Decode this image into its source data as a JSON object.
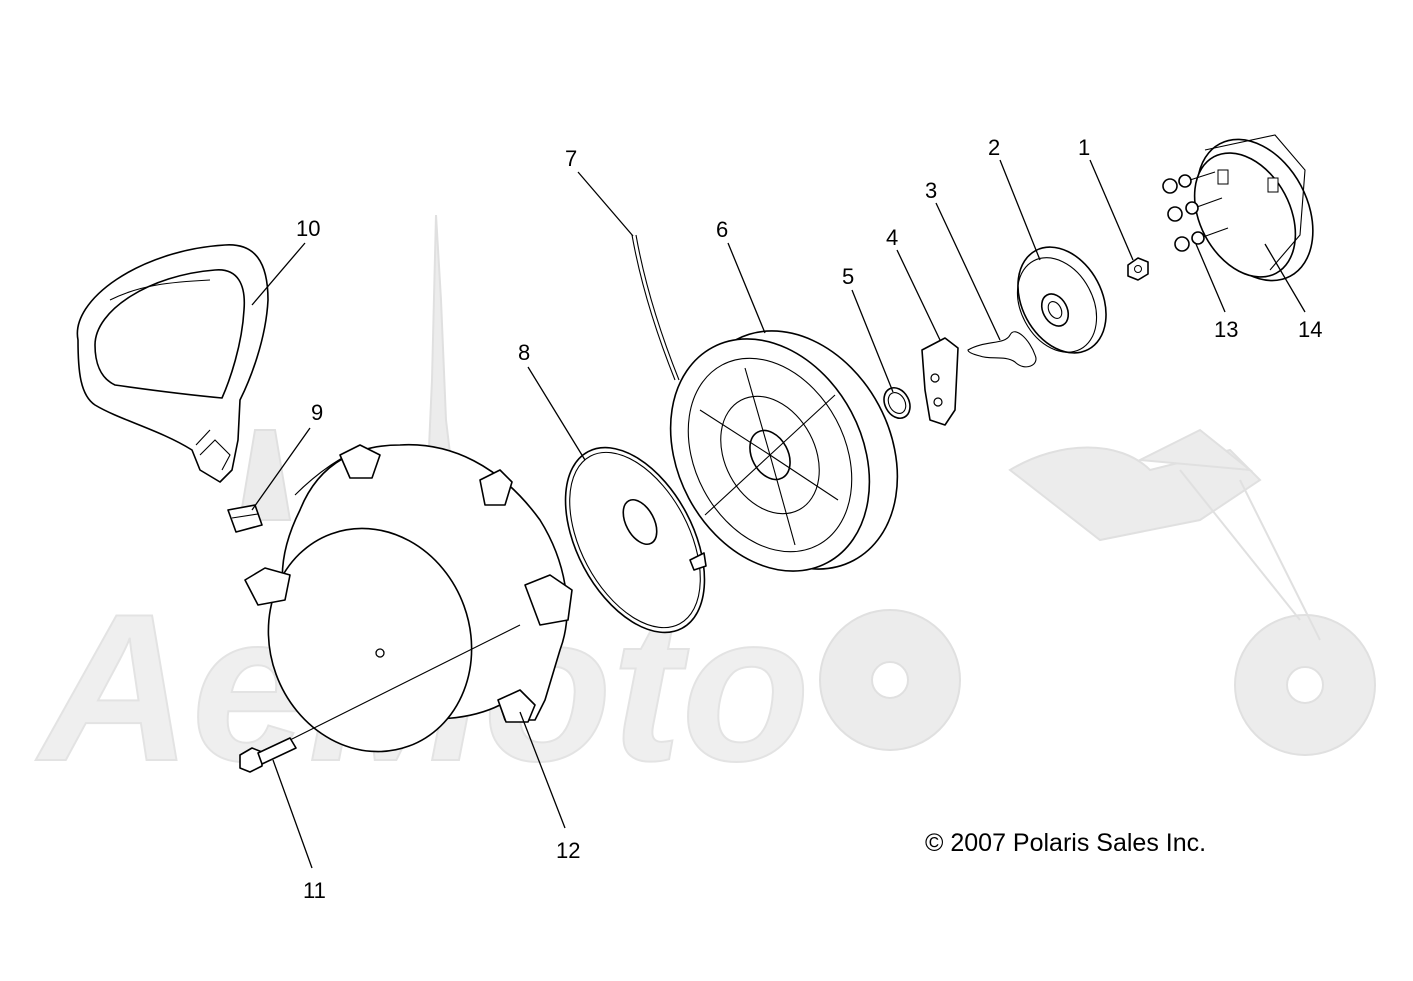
{
  "watermark": {
    "brand": "AeMoto"
  },
  "callouts": [
    {
      "id": "1",
      "label": "1"
    },
    {
      "id": "2",
      "label": "2"
    },
    {
      "id": "3",
      "label": "3"
    },
    {
      "id": "4",
      "label": "4"
    },
    {
      "id": "5",
      "label": "5"
    },
    {
      "id": "6",
      "label": "6"
    },
    {
      "id": "7",
      "label": "7"
    },
    {
      "id": "8",
      "label": "8"
    },
    {
      "id": "9",
      "label": "9"
    },
    {
      "id": "10",
      "label": "10"
    },
    {
      "id": "11",
      "label": "11"
    },
    {
      "id": "12",
      "label": "12"
    },
    {
      "id": "13",
      "label": "13"
    },
    {
      "id": "14",
      "label": "14"
    }
  ],
  "copyright": "© 2007 Polaris Sales Inc."
}
